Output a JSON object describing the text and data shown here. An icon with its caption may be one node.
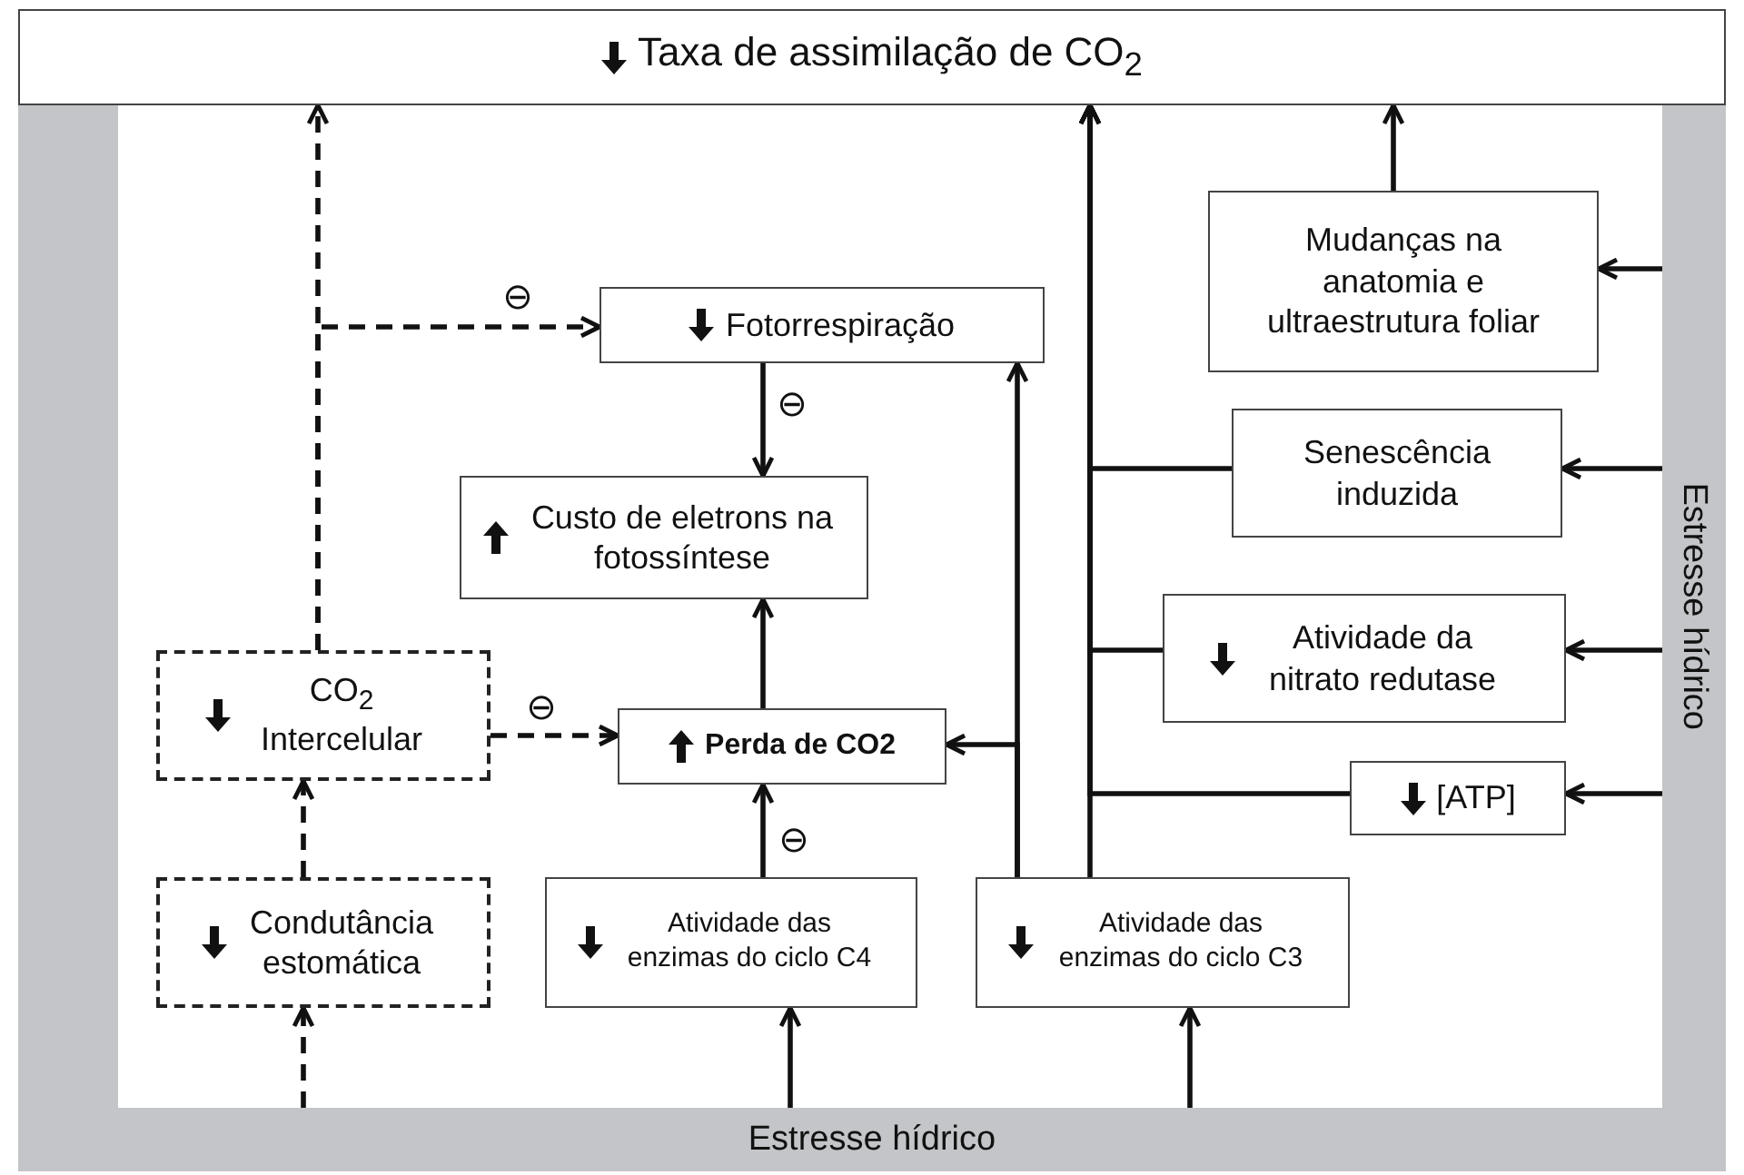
{
  "diagram": {
    "nodes": [
      {
        "text": [
          "Taxa de assimilação de CO$_{2}$"
        ]
      },
      {
        "text": [
          "Mudanças na anatomia e ultraestrutura foliar"
        ]
      },
      {
        "text": [
          "Fotorrespiração"
        ]
      },
      {
        "text": [
          "Senescência induzida"
        ]
      },
      {
        "text": [
          "Custo de eletrons na fotossíntese"
        ]
      },
      {
        "text": [
          "Atividade da nitrato redutase"
        ]
      },
      {
        "text": [
          "CO$_{2}$ Intercelular"
        ]
      },
      {
        "text": [
          "Perda de CO2"
        ]
      },
      {
        "text": [
          "[ATP]"
        ]
      },
      {
        "text": [
          "Condutância estomática"
        ]
      },
      {
        "text": [
          "Atividade das enzimas do ciclo  C4"
        ]
      },
      {
        "text": [
          "Atividade das enzimas do ciclo C3"
        ]
      },
      {
        "text": [
          "Estresse hídrico"
        ]
      },
      {
        "text": [
          "Estresse hídrico"
        ]
      },
      {
        "text": [],
        "shape": "bar"
      }
    ],
    "edges": [
      {
        "from": 13,
        "to": 9,
        "arrow": "to",
        "style": "dashed"
      },
      {
        "from": 9,
        "to": 6,
        "arrow": "to",
        "style": "dashed"
      },
      {
        "from": 6,
        "to": 0,
        "arrow": "to",
        "style": "dashed"
      },
      {
        "from": 6,
        "to": 2,
        "arrow": "to",
        "style": "dashed",
        "label": "⊖"
      },
      {
        "from": 6,
        "to": 7,
        "arrow": "to",
        "style": "dashed",
        "label": "⊖"
      },
      {
        "from": 2,
        "to": 4,
        "arrow": "to",
        "label": "⊖"
      },
      {
        "from": 7,
        "to": 4,
        "arrow": "to"
      },
      {
        "from": 10,
        "to": 7,
        "arrow": "to",
        "label": "⊖"
      },
      {
        "from": 13,
        "to": 10,
        "arrow": "to"
      },
      {
        "from": 13,
        "to": 11,
        "arrow": "to"
      },
      {
        "from": 11,
        "to": 2,
        "arrow": "to"
      },
      {
        "from": 11,
        "to": 7,
        "arrow": "to"
      },
      {
        "from": 11,
        "to": 0,
        "arrow": "to"
      },
      {
        "from": 3,
        "to": 0,
        "arrow": "to"
      },
      {
        "from": 5,
        "to": 0,
        "arrow": "to"
      },
      {
        "from": 8,
        "to": 0,
        "arrow": "to"
      },
      {
        "from": 1,
        "to": 0,
        "arrow": "to"
      },
      {
        "from": 12,
        "to": 1,
        "arrow": "to"
      },
      {
        "from": 12,
        "to": 3,
        "arrow": "to"
      },
      {
        "from": 12,
        "to": 5,
        "arrow": "to"
      },
      {
        "from": 12,
        "to": 8,
        "arrow": "to"
      }
    ]
  }
}
